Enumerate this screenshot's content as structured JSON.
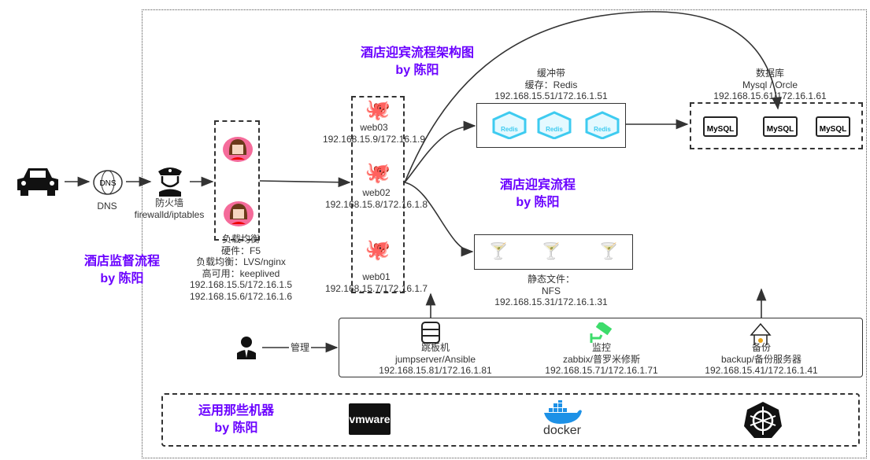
{
  "titles": {
    "architecture": [
      "酒店迎宾流程架构图",
      "by 陈阳"
    ],
    "welcome": [
      "酒店迎宾流程",
      "by 陈阳"
    ],
    "monitor": [
      "酒店监督流程",
      "by 陈阳"
    ],
    "machines": [
      "运用那些机器",
      "by 陈阳"
    ]
  },
  "nodes": {
    "dns": "DNS",
    "firewall": [
      "防火墙",
      "firewalld/iptables"
    ],
    "lb": [
      "负载均衡",
      "硬件：F5",
      "负载均衡：LVS/nginx",
      "高可用：keeplived",
      "192.168.15.5/172.16.1.5",
      "192.168.15.6/172.16.1.6"
    ],
    "web03": [
      "web03",
      "192.168.15.9/172.16.1.9"
    ],
    "web02": [
      "web02",
      "192.168.15.8/172.16.1.8"
    ],
    "web01": [
      "web01",
      "192.168.15.7/172.16.1.7"
    ],
    "cache": [
      "缓冲带",
      "缓存：Redis",
      "192.168.15.51/172.16.1.51"
    ],
    "redis_label": "Redis",
    "db": [
      "数据库",
      "Mysql / Orcle",
      "192.168.15.61/172.16.1.61"
    ],
    "mysql_label": "MySQL",
    "nfs": [
      "静态文件：",
      "NFS",
      "192.168.15.31/172.16.1.31"
    ],
    "manage": "管理",
    "jump": [
      "跳板机",
      "jumpserver/Ansible",
      "192.168.15.81/172.16.1.81"
    ],
    "monitor": [
      "监控",
      "zabbix/普罗米修斯",
      "192.168.15.71/172.16.1.71"
    ],
    "backup": [
      "备份",
      "backup/备份服务器",
      "192.168.15.41/172.16.1.41"
    ]
  },
  "logos": {
    "vmware": "vmware",
    "docker": "docker"
  },
  "colors": {
    "title": "#6a00ff",
    "redis": "#3ecbf0",
    "monitor": "#3ddc6b",
    "lb_avatar": "#f56b9a"
  }
}
